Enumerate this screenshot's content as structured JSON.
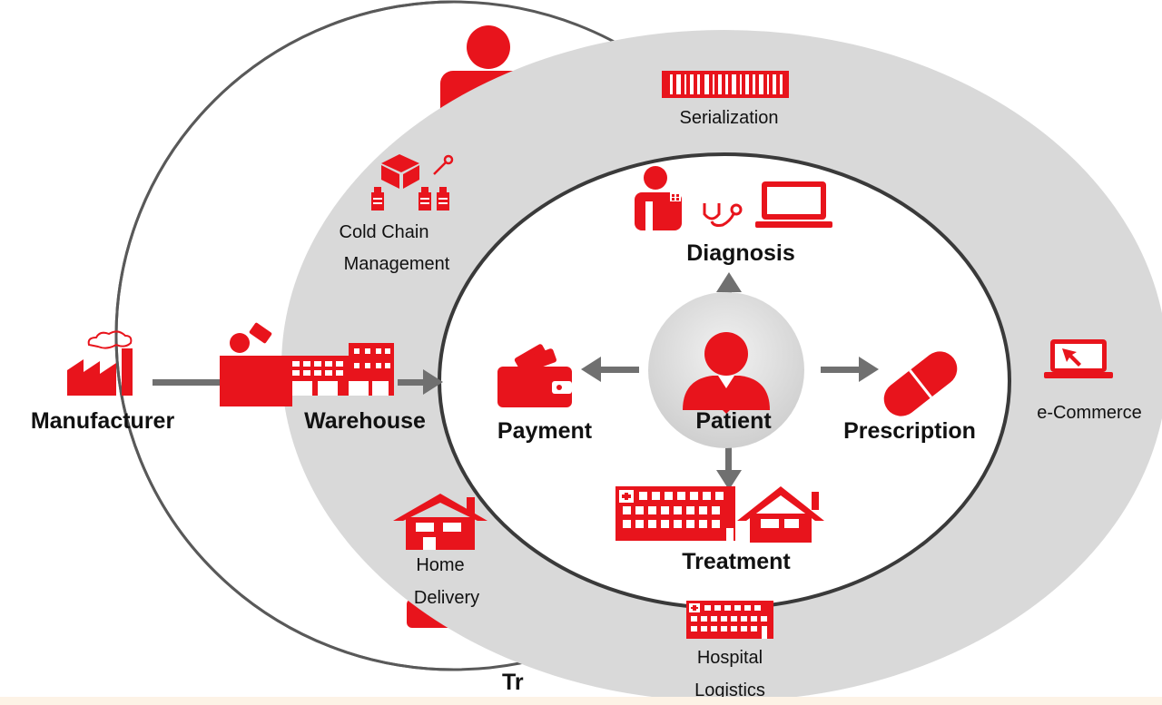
{
  "colors": {
    "accent": "#e8141c",
    "ring_fill": "#d9d9d9",
    "ring_stroke": "#595959",
    "arrow": "#707070"
  },
  "icons": {
    "manufacturer": "factory-icon",
    "warehouse": "warehouse-icon",
    "cold_chain": "cold-chain-box-icon",
    "serialization": "barcode-icon",
    "diagnosis": "doctor-stethoscope-computer-icon",
    "payment": "wallet-icon",
    "patient": "patient-icon",
    "prescription": "pill-icon",
    "treatment": "hospital-home-icon",
    "ecommerce": "laptop-cursor-icon",
    "home_delivery": "house-icon",
    "hospital_logistics": "hospital-icon"
  },
  "labels": {
    "manufacturer": "Manufacturer",
    "warehouse": "Warehouse",
    "cold_chain_line1": "Cold Chain",
    "cold_chain_line2": "Management",
    "serialization": "Serialization",
    "diagnosis": "Diagnosis",
    "payment": "Payment",
    "patient": "Patient",
    "prescription": "Prescription",
    "treatment": "Treatment",
    "ecommerce": "e-Commerce",
    "home_delivery_line1": "Home",
    "home_delivery_line2": "Delivery",
    "hospital_logistics_line1": "Hospital",
    "hospital_logistics_line2": "Logistics"
  }
}
